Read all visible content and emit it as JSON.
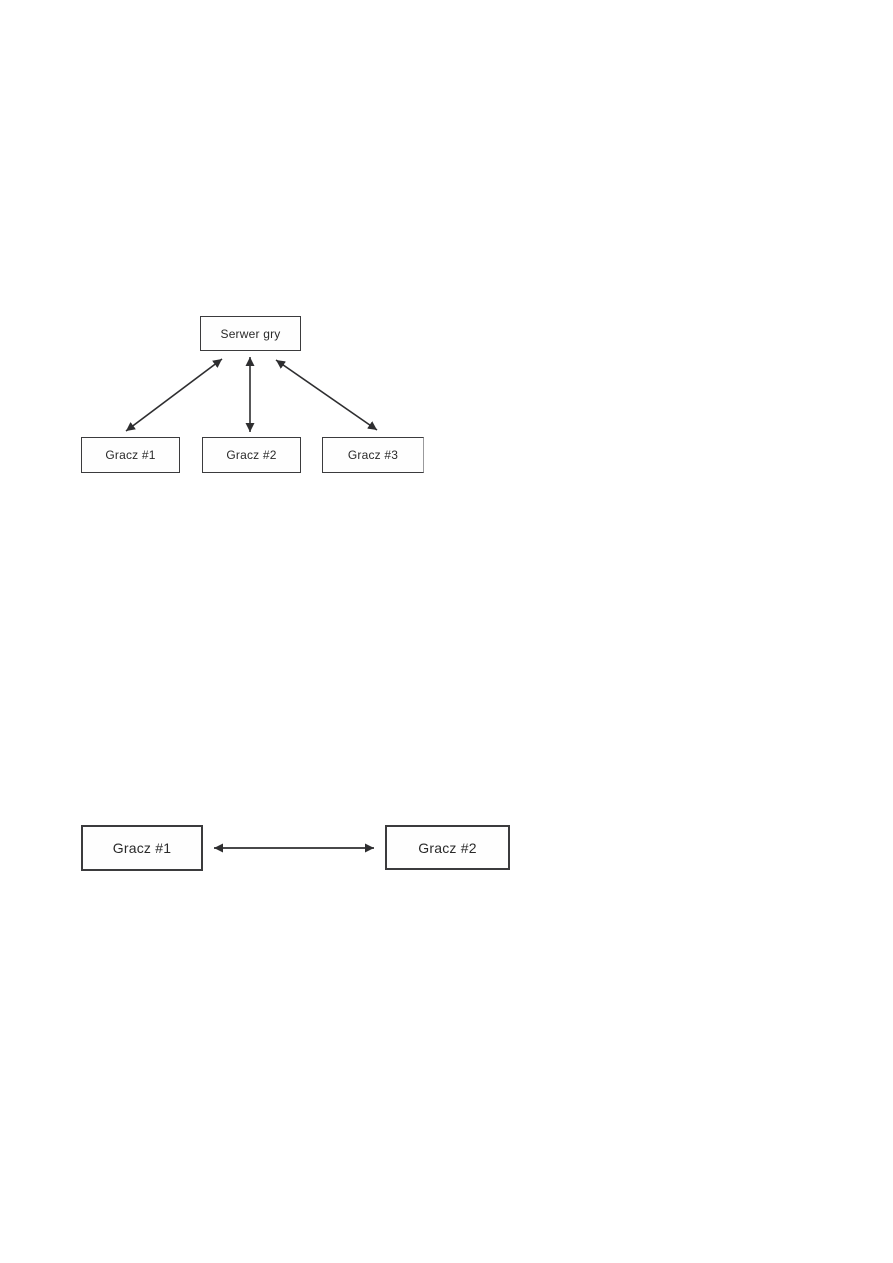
{
  "client_server_diagram": {
    "server_label": "Serwer gry",
    "players": [
      {
        "label": "Gracz #1"
      },
      {
        "label": "Gracz #2"
      },
      {
        "label": "Gracz #3"
      }
    ],
    "connections": [
      {
        "from": "Serwer gry",
        "to": "Gracz #1",
        "direction": "bidirectional"
      },
      {
        "from": "Serwer gry",
        "to": "Gracz #2",
        "direction": "bidirectional"
      },
      {
        "from": "Serwer gry",
        "to": "Gracz #3",
        "direction": "bidirectional"
      }
    ]
  },
  "p2p_diagram": {
    "nodes": [
      {
        "label": "Gracz #1"
      },
      {
        "label": "Gracz #2"
      }
    ],
    "connections": [
      {
        "from": "Gracz #1",
        "to": "Gracz #2",
        "direction": "bidirectional"
      }
    ]
  },
  "colors": {
    "page_background": "#ffffff",
    "box_border": "#3b3b3d",
    "text": "#2a2a2a",
    "arrow": "#2e2e30"
  }
}
